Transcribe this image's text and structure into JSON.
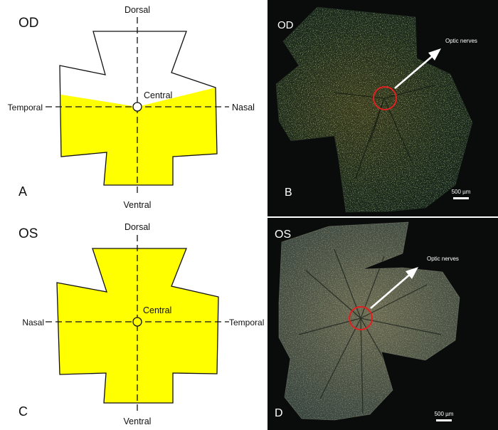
{
  "panel_a": {
    "eye": "OD",
    "letter": "A",
    "labels": {
      "top": "Dorsal",
      "bottom": "Ventral",
      "left": "Temporal",
      "right": "Nasal",
      "center": "Central"
    }
  },
  "panel_b": {
    "eye": "OD",
    "letter": "B",
    "annotation": "Optic nerves",
    "scale_bar": "500 µm"
  },
  "panel_c": {
    "eye": "OS",
    "letter": "C",
    "labels": {
      "top": "Dorsal",
      "bottom": "Ventral",
      "left": "Nasal",
      "right": "Temporal",
      "center": "Central"
    }
  },
  "panel_d": {
    "eye": "OS",
    "letter": "D",
    "annotation": "Optic nerves",
    "scale_bar": "500 µm"
  },
  "colors": {
    "highlight": "#ffff00",
    "outline": "#111111",
    "marker_circle": "#e02020",
    "photo_background": "#0a0c0b"
  }
}
